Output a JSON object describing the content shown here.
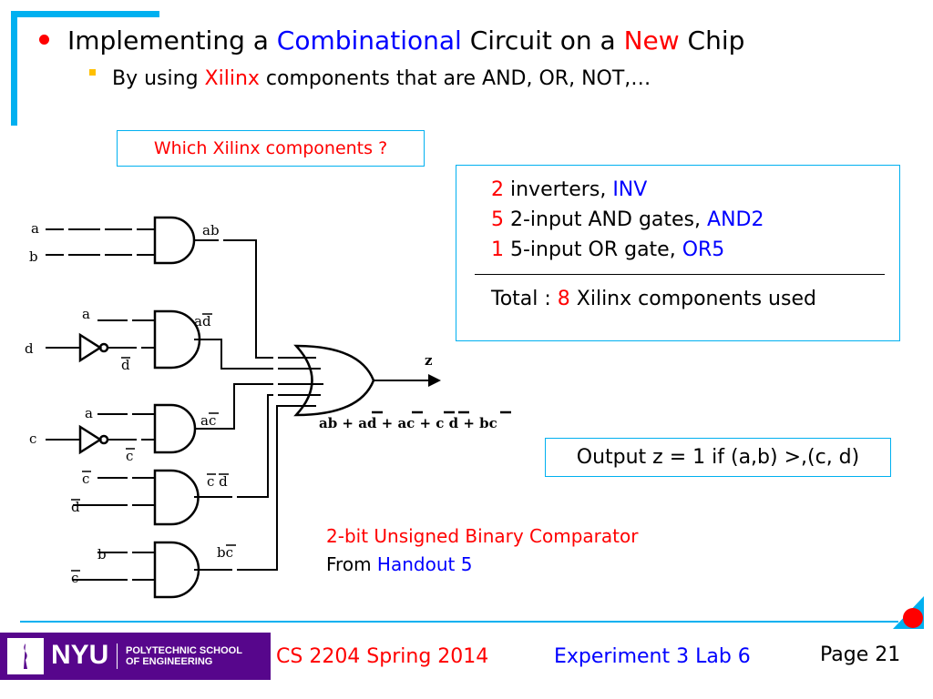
{
  "bullets": {
    "b1": {
      "p1": "Implementing a ",
      "p2": "Combinational",
      "p3": " Circuit on a ",
      "p4": "New",
      "p5": " Chip"
    },
    "b2": {
      "p1": "By using ",
      "p2": "Xilinx",
      "p3": " components that are AND, OR, NOT,…"
    }
  },
  "question": "Which Xilinx components ?",
  "summary": {
    "l1": {
      "n": "2",
      "t": " inverters, ",
      "c": "INV"
    },
    "l2": {
      "n": "5",
      "t": " 2-input AND gates, ",
      "c": "AND2"
    },
    "l3": {
      "n": "1",
      "t": " 5-input OR gate, ",
      "c": "OR5"
    },
    "total": {
      "pre": "Total : ",
      "n": "8",
      "post": " Xilinx components used"
    }
  },
  "output_text": "Output z = 1 if (a,b) >,(c, d)",
  "caption": {
    "line1": "2-bit Unsigned Binary Comparator",
    "from": "From ",
    "handout": "Handout 5"
  },
  "circuit": {
    "inputs": [
      "a",
      "b",
      "a",
      "d",
      "d",
      "a",
      "c",
      "c",
      "c",
      "d",
      "b",
      "c"
    ],
    "terms": [
      "ab",
      "ad",
      "ac",
      "c d",
      "bc"
    ],
    "output": "z",
    "expression": "ab + ad + ac + c d + bc"
  },
  "footer": {
    "school_line1": "POLYTECHNIC SCHOOL",
    "school_line2": "OF ENGINEERING",
    "brand": "NYU",
    "course": "CS 2204 Spring 2014",
    "lab": "Experiment 3 Lab 6",
    "page": "Page 21"
  },
  "colors": {
    "accent": "#00b0f0",
    "highlight_red": "#ff0000",
    "highlight_blue": "#0000ff",
    "nyu_purple": "#57068c"
  }
}
